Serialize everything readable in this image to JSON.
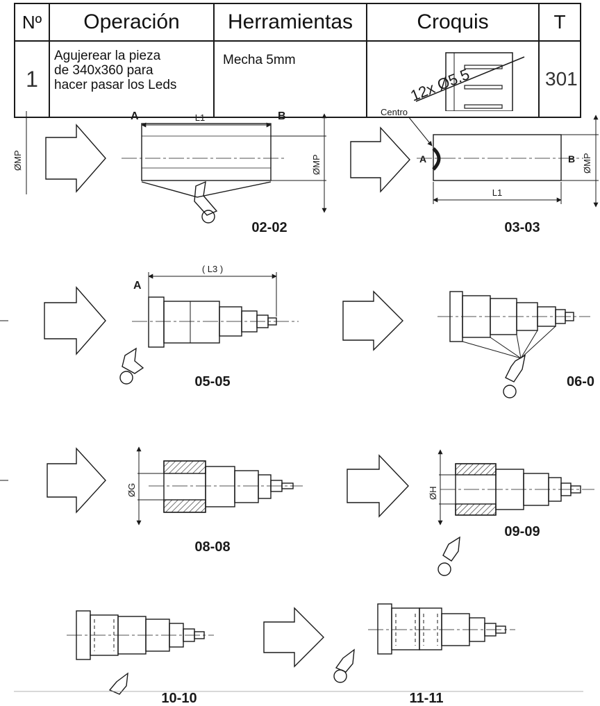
{
  "table": {
    "headers": {
      "no": "Nº",
      "operation": "Operación",
      "tools": "Herramientas",
      "sketch": "Croquis",
      "time": "T"
    },
    "rows": [
      {
        "no": "1",
        "operation_lines": [
          "Agujerear la pieza",
          "de 340x360 para",
          "hacer pasar los Leds"
        ],
        "tools": "Mecha 5mm",
        "sketch_label": "12x Ø5.5",
        "time": "301"
      }
    ]
  },
  "diagrams": {
    "op_02": {
      "code": "02-02",
      "point_a": "A",
      "point_b": "B",
      "length": "L1",
      "diameter": "ØMP"
    },
    "op_03": {
      "code": "03-03",
      "center": "Centro",
      "point_a": "A",
      "point_b": "B",
      "length": "L1",
      "diameter": "ØMP"
    },
    "op_05": {
      "code": "05-05",
      "point_a": "A",
      "length": "( L3 )"
    },
    "op_06": {
      "code": "06-0"
    },
    "op_08": {
      "code": "08-08",
      "diameter": "ØG"
    },
    "op_09": {
      "code": "09-09",
      "diameter": "ØH"
    },
    "op_10": {
      "code": "10-10"
    },
    "op_11": {
      "code": "11-11"
    }
  },
  "colors": {
    "ink": "#1a1a1a",
    "hatch": "#333333",
    "background": "#ffffff"
  }
}
